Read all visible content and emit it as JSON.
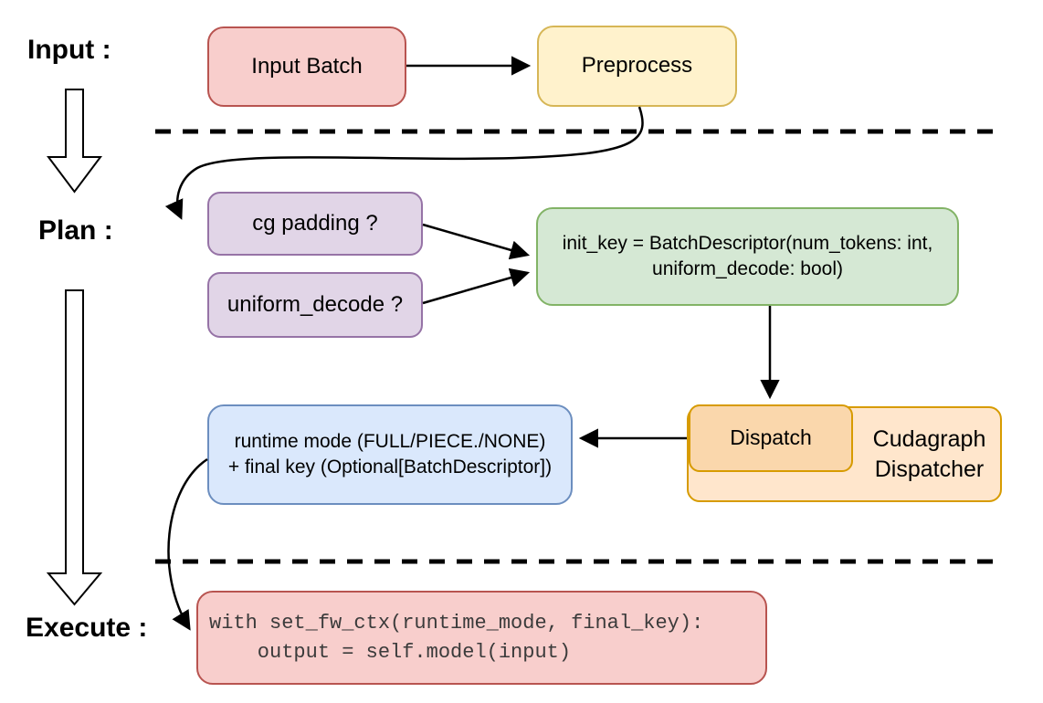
{
  "stages": {
    "input_label": "Input :",
    "plan_label": "Plan :",
    "execute_label": "Execute :"
  },
  "nodes": {
    "input_batch": {
      "label": "Input Batch",
      "fill": "#f8cecc",
      "stroke": "#b85450"
    },
    "preprocess": {
      "label": "Preprocess",
      "fill": "#fff2cc",
      "stroke": "#d6b656"
    },
    "cg_padding": {
      "label": "cg padding ?",
      "fill": "#e1d5e7",
      "stroke": "#9673a6"
    },
    "uniform_decode": {
      "label": "uniform_decode ?",
      "fill": "#e1d5e7",
      "stroke": "#9673a6"
    },
    "init_key": {
      "line1": "init_key = BatchDescriptor(num_tokens: int,",
      "line2": "uniform_decode: bool)",
      "fill": "#d5e8d4",
      "stroke": "#82b366"
    },
    "dispatch": {
      "label": "Dispatch",
      "fill": "#fad7ac",
      "stroke": "#d79b00"
    },
    "cudagraph_dispatcher": {
      "line1": "Cudagraph",
      "line2": "Dispatcher",
      "fill": "#ffe6cc",
      "stroke": "#d79b00"
    },
    "runtime_result": {
      "line1": "runtime mode (FULL/PIECE./NONE)",
      "line2": "+ final key (Optional[BatchDescriptor])",
      "fill": "#dae8fc",
      "stroke": "#6c8ebf"
    },
    "execute_code": {
      "line1": "with set_fw_ctx(runtime_mode, final_key):",
      "line2": "    output = self.model(input)",
      "fill": "#f8cecc",
      "stroke": "#b85450"
    }
  }
}
